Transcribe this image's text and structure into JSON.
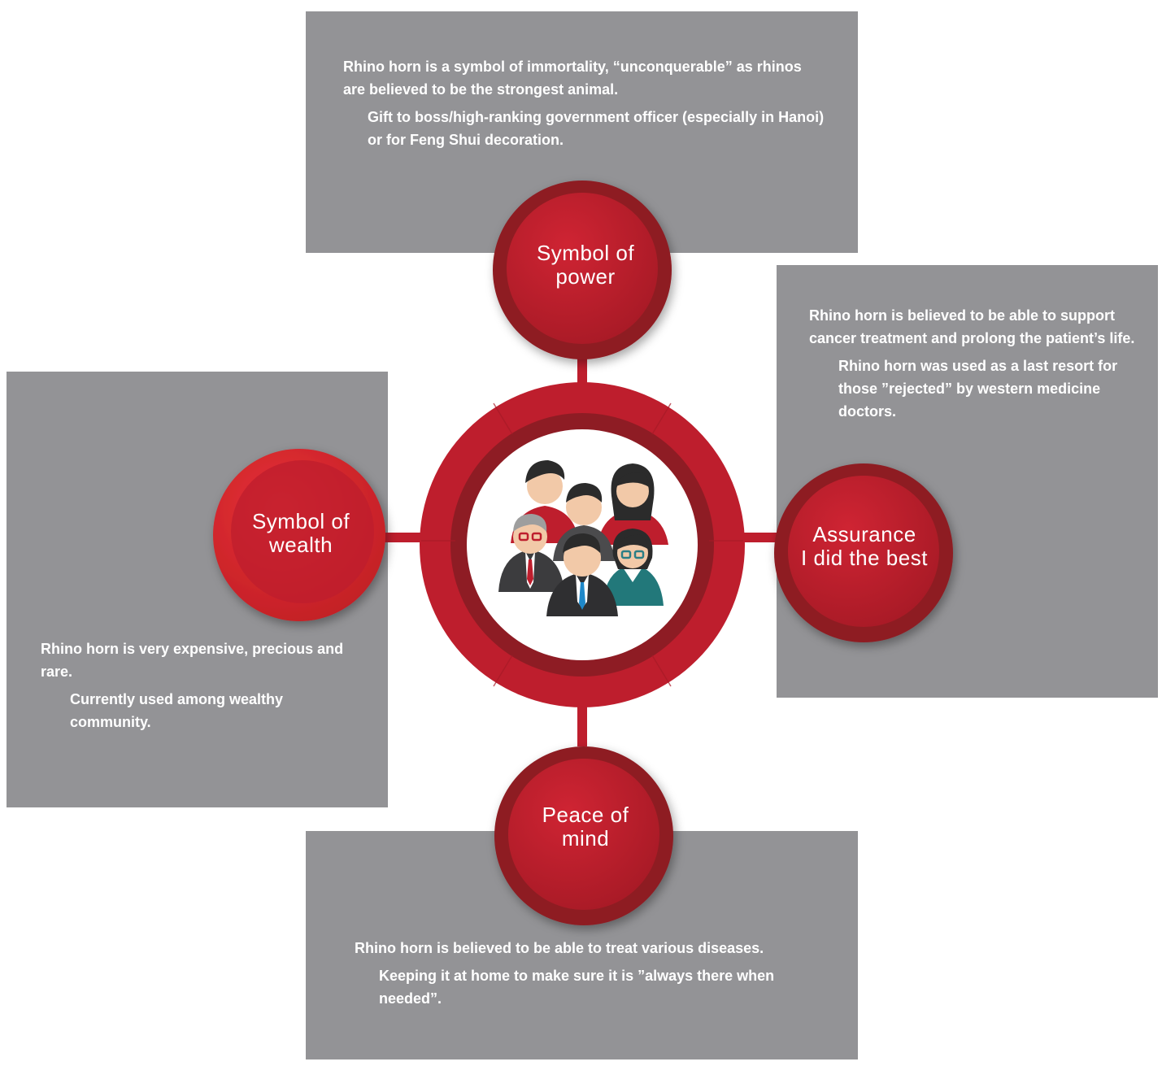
{
  "colors": {
    "panel": "#939396",
    "red": "#be1e2d",
    "dark_red": "#8e1c24",
    "bright_red": "#dc2a2e"
  },
  "center": {
    "icon": "group-of-people-icon"
  },
  "nodes": {
    "power": {
      "label_line1": "Symbol of",
      "label_line2": "power"
    },
    "wealth": {
      "label_line1": "Symbol of",
      "label_line2": "wealth"
    },
    "assurance": {
      "label_line1": "Assurance",
      "label_line2": "I did the best"
    },
    "peace": {
      "label_line1": "Peace of",
      "label_line2": "mind"
    }
  },
  "panels": {
    "top": {
      "main": "Rhino horn is a symbol of immortality, “unconquerable” as rhinos are believed to be the strongest animal.",
      "sub": "Gift to boss/high-ranking government  officer (especially in Hanoi) or for Feng Shui decoration."
    },
    "right": {
      "main": "Rhino horn is believed to be able to support cancer treatment and prolong the patient’s life.",
      "sub": "Rhino horn was used as a last resort for those ”rejected” by western medicine doctors."
    },
    "left": {
      "main": "Rhino horn is very expensive, precious and rare.",
      "sub": "Currently used among wealthy community."
    },
    "bottom": {
      "main": "Rhino horn is believed to be able to treat various diseases.",
      "sub": "Keeping it at home to make sure it is ”always there when needed”."
    }
  }
}
